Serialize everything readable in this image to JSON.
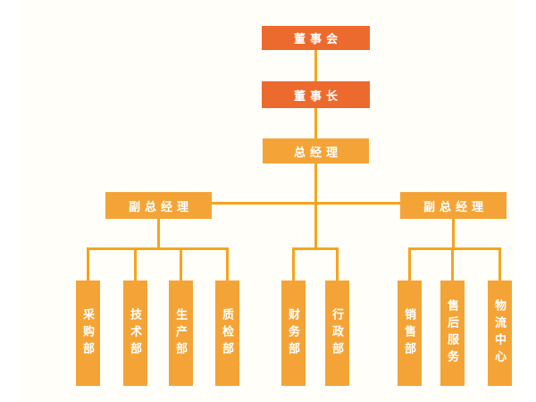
{
  "org": {
    "board": {
      "label": "董事会"
    },
    "chairman": {
      "label": "董事长"
    },
    "general_manager": {
      "label": "总经理"
    },
    "deputy_gm_left": {
      "label": "副总经理"
    },
    "deputy_gm_right": {
      "label": "副总经理"
    },
    "left_departments": [
      {
        "label": "采购部"
      },
      {
        "label": "技术部"
      },
      {
        "label": "生产部"
      },
      {
        "label": "质检部"
      }
    ],
    "middle_departments": [
      {
        "label": "财务部"
      },
      {
        "label": "行政部"
      }
    ],
    "right_departments": [
      {
        "label": "销售部"
      },
      {
        "label": "售后服务"
      },
      {
        "label": "物流中心"
      }
    ]
  },
  "colors": {
    "executive_box": "#EC6A2D",
    "manager_box": "#F4A437",
    "connector_line": "#F6A41E",
    "chart_background": "#FFFEF8",
    "page_background": "#FFFFFF",
    "text": "#FFFFFF"
  }
}
